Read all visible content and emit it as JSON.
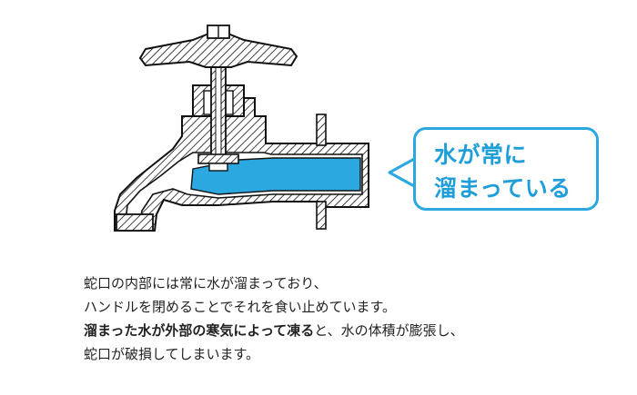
{
  "colors": {
    "accent": "#2aa8df",
    "accent_text": "#1f9ed9",
    "water": "#2aa8df",
    "outline": "#111111",
    "text": "#222222"
  },
  "callout": {
    "line1": "水が常に",
    "line2": "溜まっている"
  },
  "caption": {
    "line1": "蛇口の内部には常に水が溜まっており、",
    "line2": "ハンドルを閉めることでそれを食い止めています。",
    "line3_emphasis": "溜まった水が外部の寒気によって凍る",
    "line3_rest": "と、水の体積が膨張し、",
    "line4": "蛇口が破損してしまいます。"
  },
  "icons": [
    "faucet-diagram",
    "water-fill",
    "hatch-pattern"
  ]
}
